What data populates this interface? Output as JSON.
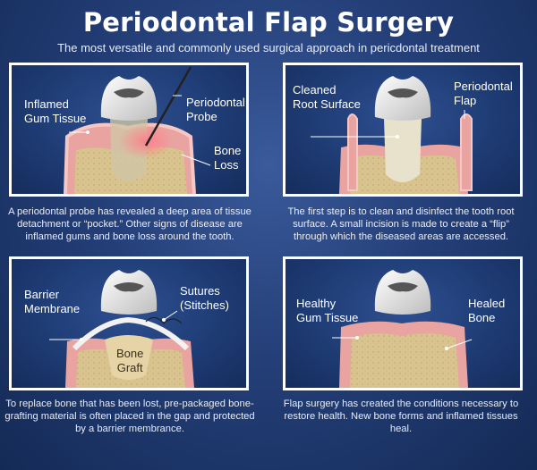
{
  "title": "Periodontal Flap Surgery",
  "subtitle": "The most versatile and commonly used surgical approach in pericdontal treatment",
  "panels": [
    {
      "labels": [
        "Inflamed\nGum Tissue",
        "Periodontal\nProbe",
        "Bone\nLoss"
      ],
      "caption": "A periodontal probe has revealed a deep area of tissue detachment or “pocket.” Other signs of disease are inflamed gums and bone loss around the tooth."
    },
    {
      "labels": [
        "Cleaned\nRoot Surface",
        "Periodontal\nFlap"
      ],
      "caption": "The first step is to clean and disinfect the tooth root surface. A small incision is made to create a “flip” through which the diseased areas are accessed."
    },
    {
      "labels": [
        "Barrier\nMembrane",
        "Sutures\n(Stitches)",
        "Bone\nGraft"
      ],
      "caption": "To replace bone that has been lost, pre-packaged bone-grafting material is often placed in the gap and protected by a barrier membrance."
    },
    {
      "labels": [
        "Healthy\nGum Tissue",
        "Healed\nBone"
      ],
      "caption": "Flap surgery has created the conditions necessary to restore health. New bone forms and inflamed tissues heal."
    }
  ],
  "colors": {
    "background": "#1d3a72",
    "gum": "#e9a3a0",
    "bone": "#d9c48f",
    "tooth": "#e4e4e4",
    "inflammation": "#f06a78"
  }
}
